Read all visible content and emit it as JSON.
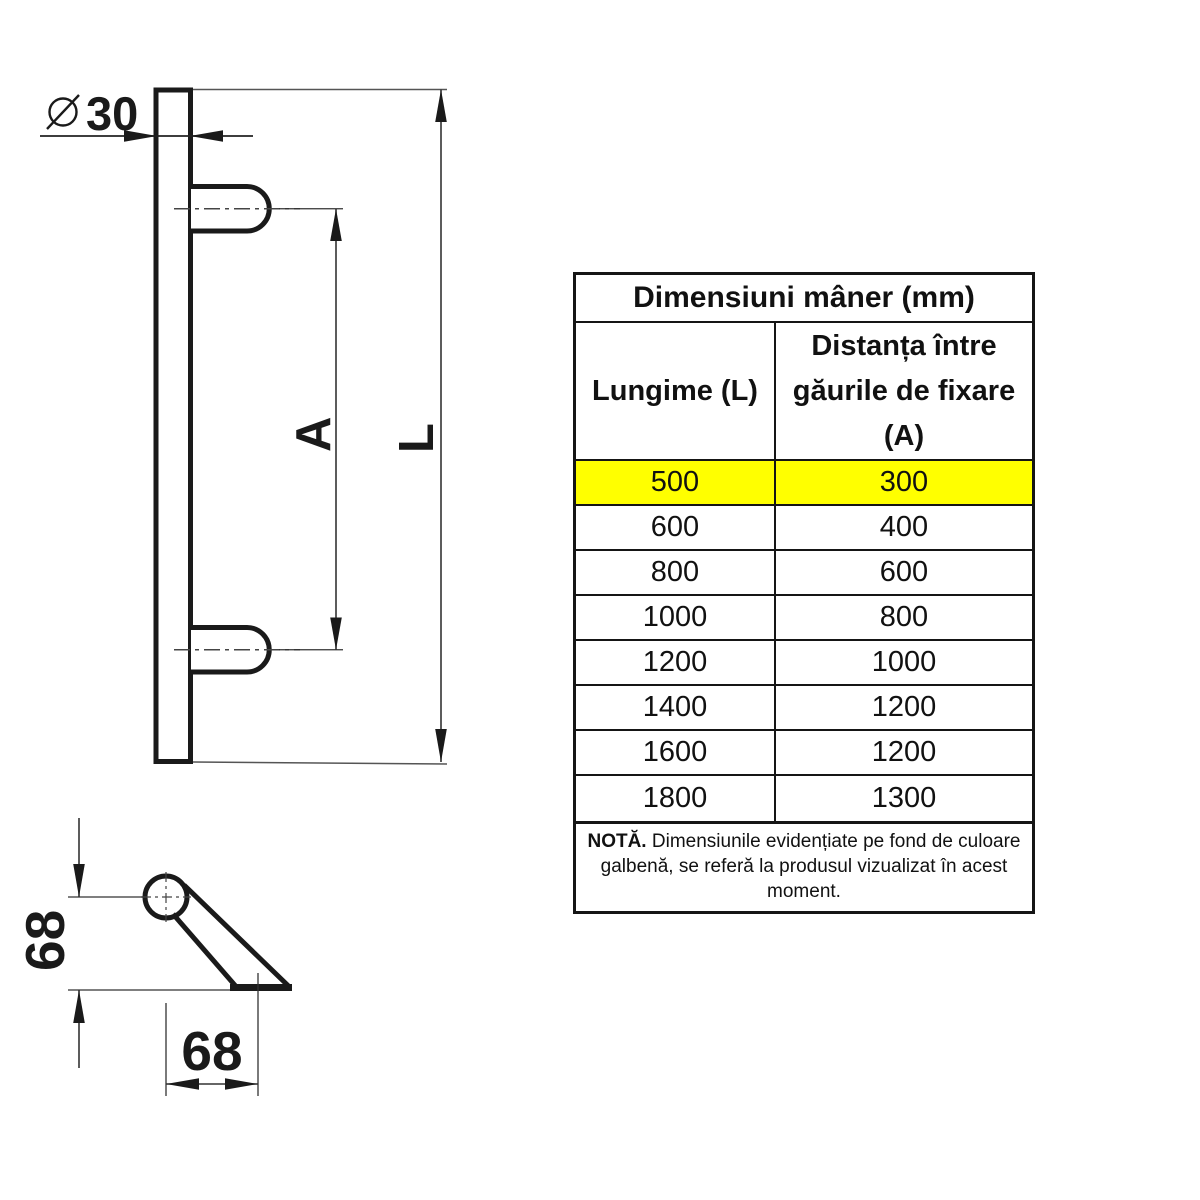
{
  "drawing": {
    "front_view": {
      "diameter_value": "30",
      "dim_a_label": "A",
      "dim_l_label": "L"
    },
    "side_view": {
      "height_value": "68",
      "depth_value": "68"
    }
  },
  "table": {
    "title": "Dimensiuni mâner (mm)",
    "columns": [
      "Lungime (L)",
      "Distanța între găurile de fixare (A)"
    ],
    "rows": [
      {
        "l": "500",
        "a": "300",
        "highlighted": true
      },
      {
        "l": "600",
        "a": "400",
        "highlighted": false
      },
      {
        "l": "800",
        "a": "600",
        "highlighted": false
      },
      {
        "l": "1000",
        "a": "800",
        "highlighted": false
      },
      {
        "l": "1200",
        "a": "1000",
        "highlighted": false
      },
      {
        "l": "1400",
        "a": "1200",
        "highlighted": false
      },
      {
        "l": "1600",
        "a": "1200",
        "highlighted": false
      },
      {
        "l": "1800",
        "a": "1300",
        "highlighted": false
      }
    ],
    "note_bold": "NOTĂ.",
    "note_text": "Dimensiunile evidențiate pe fond de culoare galbenă, se referă la produsul vizualizat în acest moment.",
    "highlight_color": "#ffff00"
  }
}
